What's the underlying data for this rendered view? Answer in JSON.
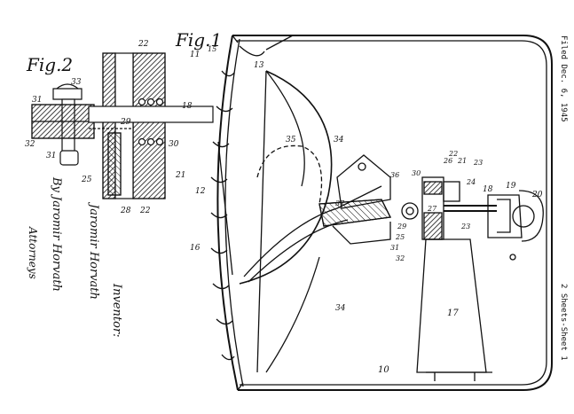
{
  "header": {
    "filed": "Filed Dec. 6, 1945",
    "sheets": "2 Sheets-Sheet 1"
  },
  "figures": {
    "fig1": "Fig.1",
    "fig2": "Fig.2"
  },
  "signature": {
    "inventor_caption": "Inventor:",
    "inventor_name": "Jaromir Horvath",
    "by_line": "By Jaromir Horvath",
    "attorneys": "Attorneys"
  },
  "labels": {
    "l10": "10",
    "l11": "11",
    "l12": "12",
    "l13": "13",
    "l15": "15",
    "l16": "16",
    "l17": "17",
    "l18": "18",
    "l19": "19",
    "l20": "20",
    "l21": "21",
    "l22": "22",
    "l23": "23",
    "l24": "24",
    "l25": "25",
    "l26": "26",
    "l27": "27",
    "l28": "28",
    "l29": "29",
    "l30": "30",
    "l31": "31",
    "l32": "32",
    "l33": "33",
    "l34": "34",
    "l35": "35",
    "l36": "36",
    "l37": "37"
  }
}
